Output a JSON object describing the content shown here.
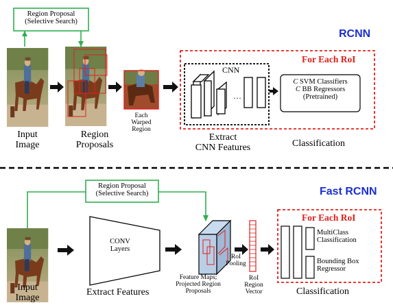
{
  "colors": {
    "green": "#2eae4f",
    "red_dash": "#e0201c",
    "title_blue": "#1a2fd0",
    "black": "#000000",
    "feature_map_fill": "#b9cfe6"
  },
  "rcnn": {
    "title": "RCNN",
    "region_proposal_box": [
      "Region Proposal",
      "(Selective Search)"
    ],
    "input_image_label": [
      "Input",
      "Image"
    ],
    "region_proposals_label": [
      "Region",
      "Proposals"
    ],
    "warped_region_label": [
      "Each",
      "Warped",
      "Region"
    ],
    "cnn_label": "CNN",
    "cnn_ellipsis": "…",
    "for_each_roi": "For Each RoI",
    "classifier_box": {
      "line1_italic": "C",
      "line1_rest": " SVM Classifiers",
      "line2_italic": "C",
      "line2_rest": " BB Regressors",
      "line3": "(Pretrained)"
    },
    "extract_label": [
      "Extract",
      "CNN Features"
    ],
    "classification_label": "Classification"
  },
  "fast_rcnn": {
    "title": "Fast RCNN",
    "region_proposal_box": [
      "Region Proposal",
      "(Selective Search)"
    ],
    "input_image_label": [
      "Input",
      "Image"
    ],
    "conv_layers_label": [
      "CONV",
      "Layers"
    ],
    "extract_features_label": "Extract Features",
    "feature_maps_label": [
      "Feature Maps;",
      "Projected Region",
      "Proposals"
    ],
    "roi_pooling_label": [
      "RoI",
      "Pooling"
    ],
    "roi_vector_label": [
      "RoI",
      "Region",
      "Vector"
    ],
    "for_each_roi": "For Each RoI",
    "multiclass_label": [
      "MultiClass",
      "Classification"
    ],
    "bbox_label": [
      "Bounding Box",
      "Regressor"
    ],
    "classification_label": "Classification"
  },
  "icons": [
    "horse-photo",
    "arrow-right",
    "cnn-layer-block",
    "feature-map-block"
  ]
}
